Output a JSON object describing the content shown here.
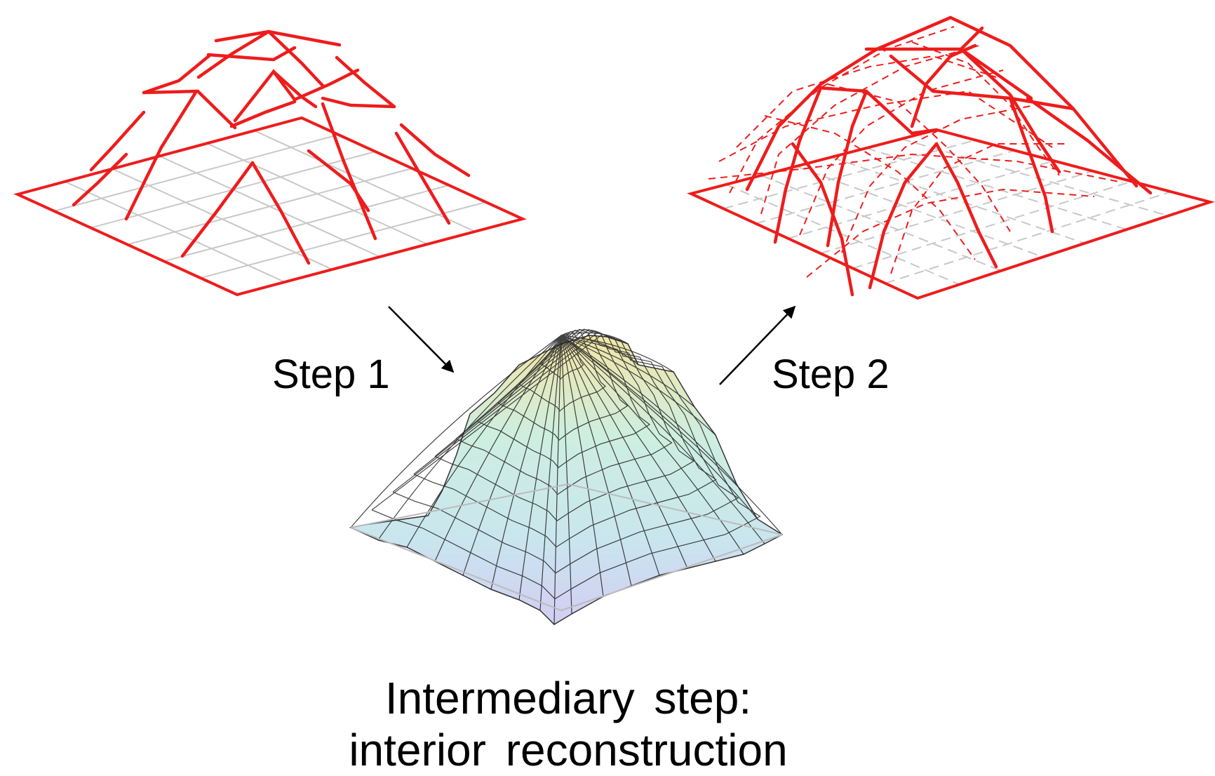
{
  "labels": {
    "step1": "Step 1",
    "step2": "Step 2",
    "caption_line1": "Intermediary step:",
    "caption_line2": "interior reconstruction"
  },
  "colors": {
    "curve_red": "#ee1c1c",
    "grid_gray": "#c8c8c8",
    "mesh_line": "#222222",
    "arrow": "#000000",
    "surface_top": "#f3e6a6",
    "surface_mid": "#cdeee0",
    "surface_low": "#c9ccf2"
  },
  "figures": [
    {
      "name": "boundary-curve-network",
      "description_icon": "wireframe-red-dome"
    },
    {
      "name": "interior-reconstruction-surface",
      "description_icon": "shaded-mesh-dome"
    },
    {
      "name": "completed-curve-network",
      "description_icon": "wireframe-red-dome-dashed"
    }
  ]
}
